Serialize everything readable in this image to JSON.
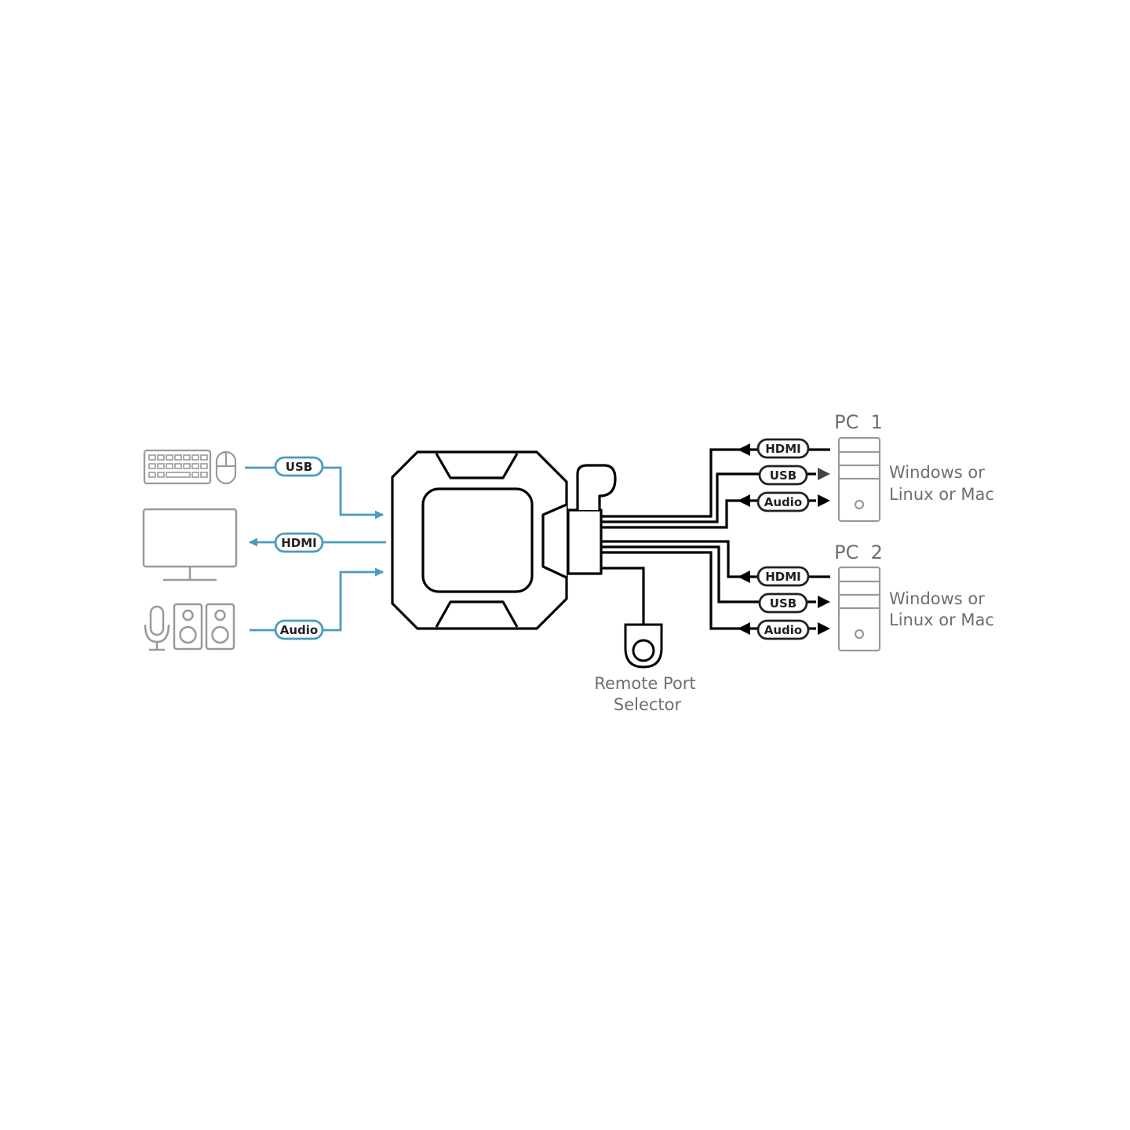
{
  "local_console": {
    "usb_label": "USB",
    "hdmi_label": "HDMI",
    "audio_label": "Audio"
  },
  "pc1": {
    "title": "PC  1",
    "os_line1": "Windows or",
    "os_line2": "Linux or Mac",
    "hdmi_label": "HDMI",
    "usb_label": "USB",
    "audio_label": "Audio"
  },
  "pc2": {
    "title": "PC  2",
    "os_line1": "Windows or",
    "os_line2": "Linux or Mac",
    "hdmi_label": "HDMI",
    "usb_label": "USB",
    "audio_label": "Audio"
  },
  "remote": {
    "line1": "Remote Port",
    "line2": "Selector"
  },
  "colors": {
    "console_cable": "#4a9bbf",
    "pc_cable": "#000000",
    "device_outline": "#999999",
    "text": "#6d6e71"
  }
}
